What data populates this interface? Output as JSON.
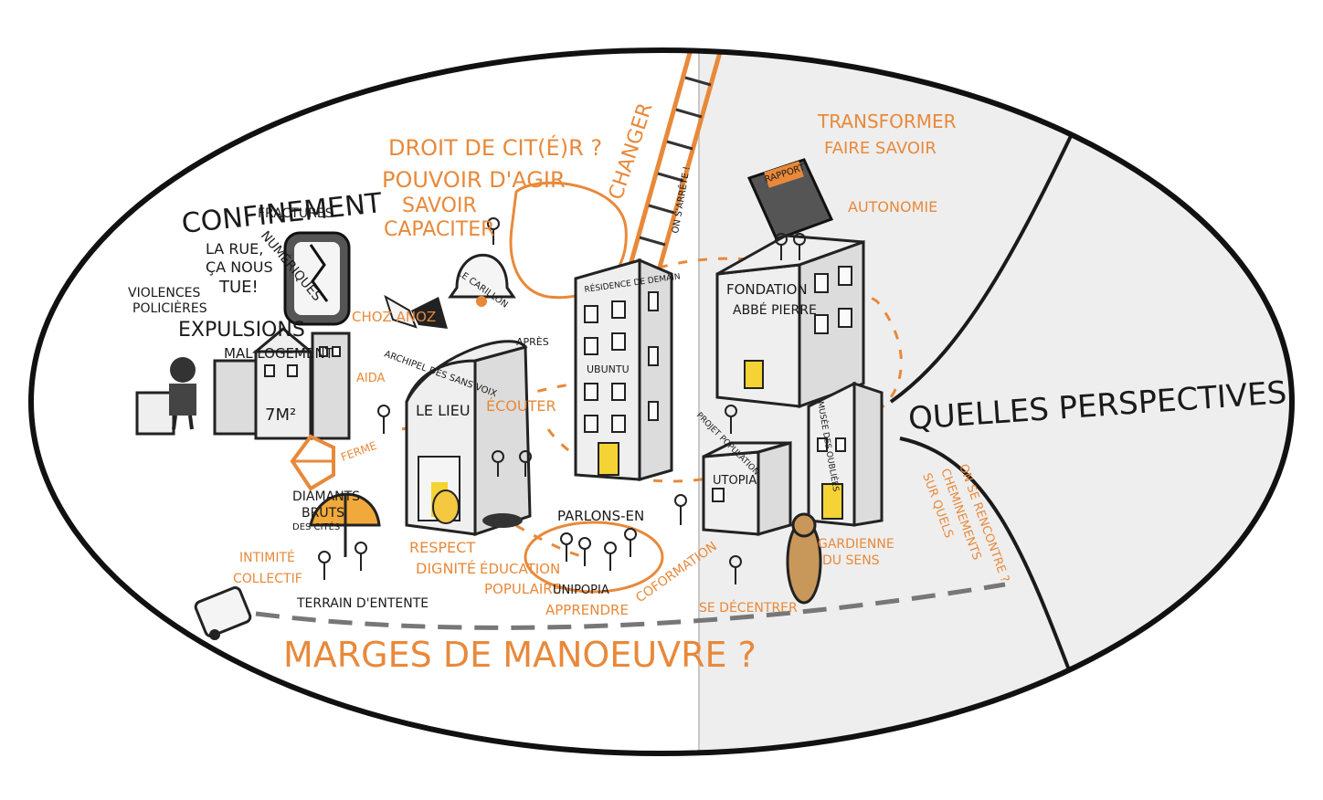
{
  "colors": {
    "ink": "#1a1a1a",
    "accent": "#e8893a",
    "paper": "#f3f3f3",
    "door": "#f5d335"
  },
  "labels": {
    "confinement": "CONFINEMENT",
    "fractures": "FRACTURES",
    "numeriques": "NUMÉRIQUES",
    "la_rue": "LA RUE,",
    "ca_nous": "ÇA NOUS",
    "tue": "TUE!",
    "violences": "VIOLENCES",
    "policieres": "POLICIÈRES",
    "expulsions": "EXPULSIONS",
    "mal_logement": "MAL LOGEMENT",
    "seven_m2": "7M²",
    "droit_de_cite": "DROIT DE CIT(É)R ?",
    "pouvoir_dagir": "POUVOIR D'AGIR",
    "savoir": "SAVOIR",
    "capaciter": "CAPACITER",
    "le_carillon": "LE CARILLON",
    "changer": "CHANGER",
    "rapport": "RAPPORT",
    "transformer": "TRANSFORMER",
    "faire_savoir": "FAIRE SAVOIR",
    "autonomie": "AUTONOMIE",
    "residence_demain": "RÉSIDENCE DE DEMAIN",
    "ubuntu": "UBUNTU",
    "apres": "APRÈS",
    "fondation": "FONDATION",
    "abbe_pierre": "ABBÉ PIERRE",
    "on_sarrete": "ON S'ARRÊTE !",
    "choz_anoz": "CHOZ ANOZ",
    "archipel": "ARCHIPEL DES SANS VOIX",
    "aida": "AIDA",
    "le_lieu": "LE LIEU",
    "ecouter": "ÉCOUTER",
    "ferme": "FERME",
    "diamants": "DIAMANTS",
    "bruts": "BRUTS",
    "des_cites": "DES CITÉS",
    "intimite": "INTIMITÉ",
    "collectif": "COLLECTIF",
    "terrain": "TERRAIN D'ENTENTE",
    "respect": "RESPECT",
    "dignite": "DIGNITÉ",
    "education": "ÉDUCATION",
    "populaire": "POPULAIRE",
    "unipopia": "UNIPOPIA",
    "apprendre": "APPRENDRE",
    "coformation": "COFORMATION",
    "parlons_en": "PARLONS-EN",
    "utopia": "UTOPIA",
    "projet": "PROJET POPULATION",
    "musee": "MUSÉE DES OUBLIÉES",
    "se_decentrer": "SE DÉCENTRER",
    "gardienne": "GARDIENNE",
    "du_sens": "DU SENS",
    "quelles_perspectives": "QUELLES PERSPECTIVES ?",
    "sur_quels": "SUR QUELS",
    "cheminements": "CHEMINEMENTS",
    "on_se_rencontre": "ON SE RENCONTRE ?",
    "marges": "MARGES DE MANOEUVRE ?"
  }
}
